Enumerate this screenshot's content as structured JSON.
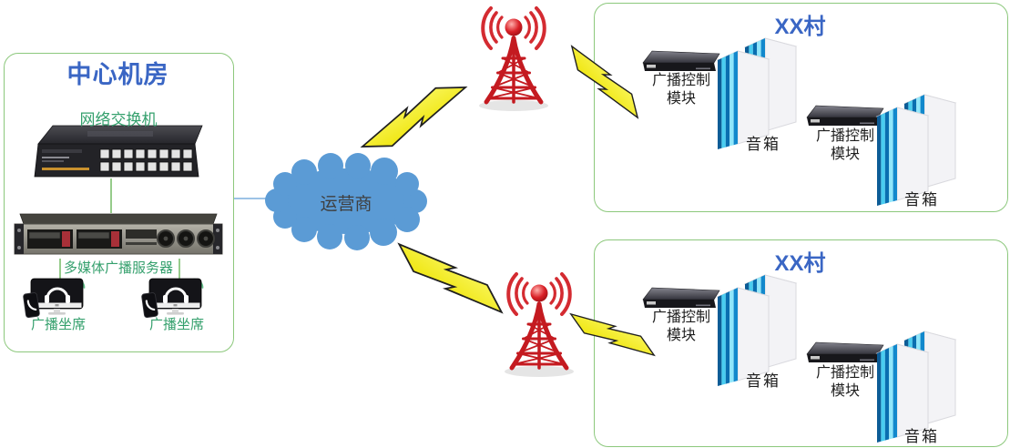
{
  "central_room": {
    "title": "中心机房",
    "switch_label": "网络交换机",
    "server_label": "多媒体广播服务器",
    "seats": [
      "广播坐席",
      "广播坐席"
    ]
  },
  "network": {
    "cloud_label": "运营商"
  },
  "villages": [
    {
      "title": "XX村",
      "clusters": [
        {
          "module_label": "广播控制\n模块",
          "speaker_label": "音箱"
        },
        {
          "module_label": "广播控制\n模块",
          "speaker_label": "音箱"
        }
      ]
    },
    {
      "title": "XX村",
      "clusters": [
        {
          "module_label": "广播控制\n模块",
          "speaker_label": "音箱"
        },
        {
          "module_label": "广播控制\n模块",
          "speaker_label": "音箱"
        }
      ]
    }
  ],
  "icons": {
    "cloud": "cloud-shape",
    "radio_tower": "radio-tower-icon",
    "lightning": "lightning-bolt-icon",
    "network_switch": "network-switch-image",
    "server": "rack-server-image",
    "operator_seat": "operator-seat-icon",
    "headset": "headset-icon",
    "phone": "phone-icon",
    "wifi": "wifi-signal-icon",
    "control_module": "control-module-image",
    "speakers": "speaker-pair-image"
  },
  "colors": {
    "box_border_green": "#8cc87c",
    "title_blue": "#3a66c4",
    "label_green": "#35a06d",
    "label_dark": "#1f1f1f",
    "cloud_blue": "#5b9bd5",
    "bolt_yellow": "#f8f23a",
    "tower_red": "#c41a20",
    "link_blue": "#9dc3e6",
    "link_green": "#7cbf6e"
  }
}
